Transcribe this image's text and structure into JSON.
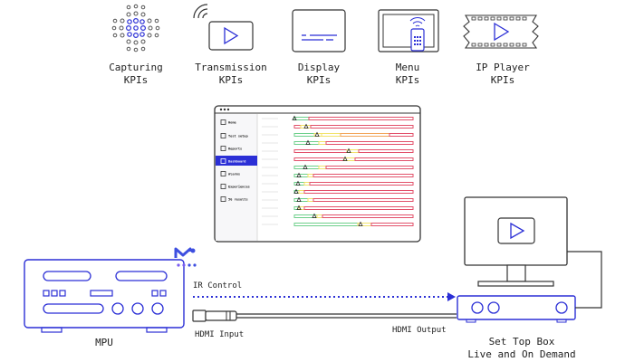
{
  "kpis": [
    {
      "label": "Capturing\nKPIs",
      "icon": "capturing-dots-icon"
    },
    {
      "label": "Transmission\nKPIs",
      "icon": "transmission-play-icon"
    },
    {
      "label": "Display\nKPIs",
      "icon": "display-icon"
    },
    {
      "label": "Menu\nKPIs",
      "icon": "menu-remote-icon"
    },
    {
      "label": "IP Player\nKPIs",
      "icon": "ip-player-film-icon"
    }
  ],
  "dashboard": {
    "sidebar_items": [
      "Home",
      "Test setup",
      "Reports",
      "Dashboard",
      "Alarms",
      "Experiences",
      "5G results"
    ],
    "active_index": 3
  },
  "devices": {
    "mpu_label": "MPU",
    "stb_label": "Set Top Box\nLive and On Demand"
  },
  "connections": {
    "ir_label": "IR Control",
    "hdmi_input_label": "HDMI Input",
    "hdmi_output_label": "HDMI Output"
  },
  "colors": {
    "accent": "#2b2fd6",
    "green": "#6ccf8a",
    "yellow": "#f2e36b",
    "orange": "#f2a65a",
    "red": "#e2506a",
    "logo_blue": "#3e4fe0",
    "logo_purple": "#7a5cf0"
  }
}
